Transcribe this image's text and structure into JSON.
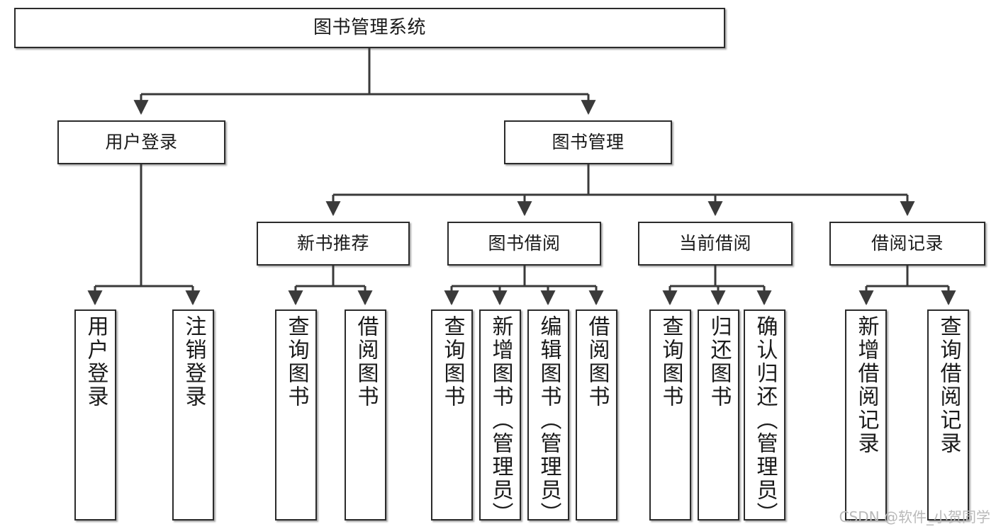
{
  "diagram": {
    "title": "图书管理系统",
    "type": "tree-hierarchy-diagram",
    "watermark": "CSDN @软件_小贺同学",
    "colors": {
      "box_border": "#2b2b2b",
      "box_fill": "#ffffff",
      "edge": "#3a3a3a",
      "text": "#1a1a1a",
      "watermark": "#b9b9b9",
      "background": "#ffffff"
    },
    "root": {
      "id": "root",
      "label": "图书管理系统"
    },
    "level2": [
      {
        "id": "user-login",
        "label": "用户登录"
      },
      {
        "id": "book-manage",
        "label": "图书管理"
      }
    ],
    "level3": [
      {
        "id": "new-book-rec",
        "label": "新书推荐"
      },
      {
        "id": "book-borrow",
        "label": "图书借阅"
      },
      {
        "id": "current-borrow",
        "label": "当前借阅"
      },
      {
        "id": "borrow-record",
        "label": "借阅记录"
      }
    ],
    "leaves": {
      "user-login": [
        {
          "id": "leaf-user-login",
          "label": "用户登录"
        },
        {
          "id": "leaf-user-logout",
          "label": "注销登录"
        }
      ],
      "new-book-rec": [
        {
          "id": "leaf-query-book-1",
          "label": "查询图书"
        },
        {
          "id": "leaf-borrow-book-1",
          "label": "借阅图书"
        }
      ],
      "book-borrow": [
        {
          "id": "leaf-query-book-2",
          "label": "查询图书"
        },
        {
          "id": "leaf-add-book",
          "label": "新增图书（管理员）"
        },
        {
          "id": "leaf-edit-book",
          "label": "编辑图书（管理员）"
        },
        {
          "id": "leaf-borrow-book-2",
          "label": "借阅图书"
        }
      ],
      "current-borrow": [
        {
          "id": "leaf-query-book-3",
          "label": "查询图书"
        },
        {
          "id": "leaf-return-book",
          "label": "归还图书"
        },
        {
          "id": "leaf-confirm-return",
          "label": "确认归还（管理员）"
        }
      ],
      "borrow-record": [
        {
          "id": "leaf-add-record",
          "label": "新增借阅记录"
        },
        {
          "id": "leaf-query-record",
          "label": "查询借阅记录"
        }
      ]
    }
  }
}
